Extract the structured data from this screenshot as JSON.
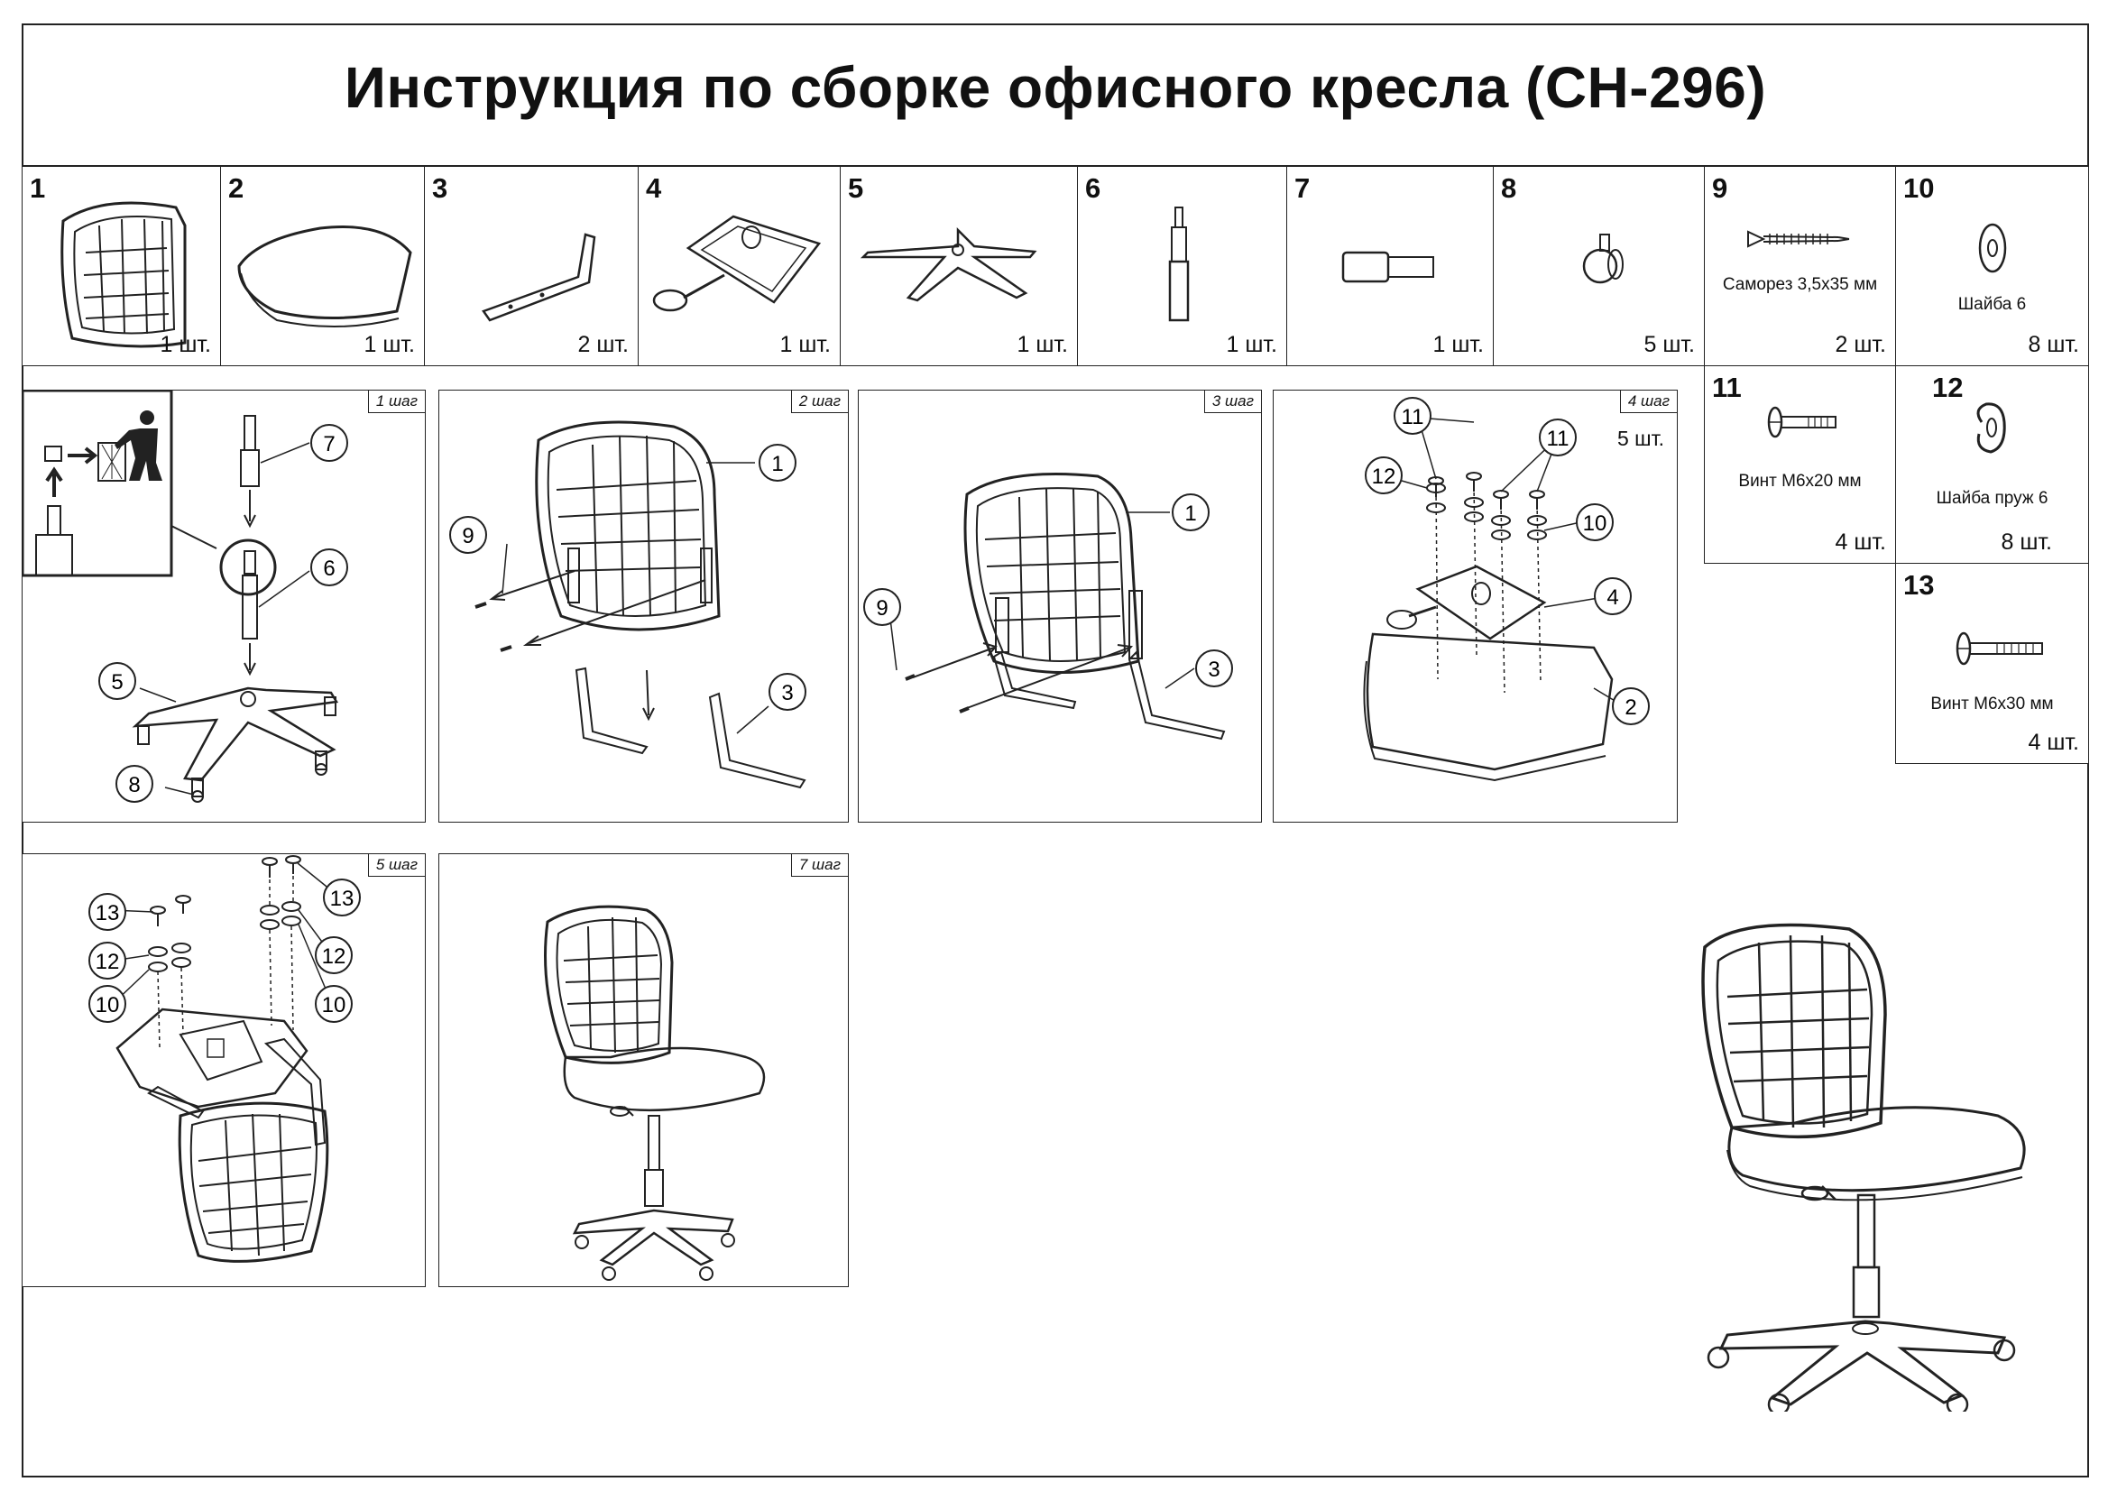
{
  "document": {
    "title": "Инструкция по сборке офисного кресла (CH-296)"
  },
  "parts": [
    {
      "num": "1",
      "name": "",
      "qty": "1 шт.",
      "icon": "backrest-icon"
    },
    {
      "num": "2",
      "name": "",
      "qty": "1 шт.",
      "icon": "seat-icon"
    },
    {
      "num": "3",
      "name": "",
      "qty": "2 шт.",
      "icon": "bracket-icon"
    },
    {
      "num": "4",
      "name": "",
      "qty": "1 шт.",
      "icon": "mechanism-icon"
    },
    {
      "num": "5",
      "name": "",
      "qty": "1 шт.",
      "icon": "base-icon"
    },
    {
      "num": "6",
      "name": "",
      "qty": "1 шт.",
      "icon": "gas-lift-icon"
    },
    {
      "num": "7",
      "name": "",
      "qty": "1 шт.",
      "icon": "cover-icon"
    },
    {
      "num": "8",
      "name": "",
      "qty": "5 шт.",
      "icon": "caster-icon"
    },
    {
      "num": "9",
      "name": "Саморез 3,5х35 мм",
      "qty": "2 шт.",
      "icon": "screw-icon"
    },
    {
      "num": "10",
      "name": "Шайба 6",
      "qty": "8 шт.",
      "icon": "washer-icon"
    },
    {
      "num": "11",
      "name": "Винт М6х20 мм",
      "qty": "4 шт.",
      "icon": "bolt-icon"
    },
    {
      "num": "12",
      "name": "Шайба пруж 6",
      "qty": "8 шт.",
      "icon": "spring-washer-icon"
    },
    {
      "num": "13",
      "name": "Винт М6х30 мм",
      "qty": "4 шт.",
      "icon": "bolt-long-icon"
    }
  ],
  "steps": [
    {
      "tag": "1 шаг",
      "callouts": [
        "7",
        "6",
        "5",
        "8"
      ]
    },
    {
      "tag": "2 шаг",
      "callouts": [
        "1",
        "9",
        "3"
      ]
    },
    {
      "tag": "3 шаг",
      "callouts": [
        "1",
        "9",
        "3"
      ]
    },
    {
      "tag": "4 шаг",
      "extra": "5 шт.",
      "callouts": [
        "11",
        "11",
        "12",
        "10",
        "4",
        "2"
      ]
    },
    {
      "tag": "5 шаг",
      "callouts": [
        "13",
        "13",
        "12",
        "12",
        "10",
        "10"
      ]
    },
    {
      "tag": "7 шаг",
      "callouts": []
    }
  ]
}
